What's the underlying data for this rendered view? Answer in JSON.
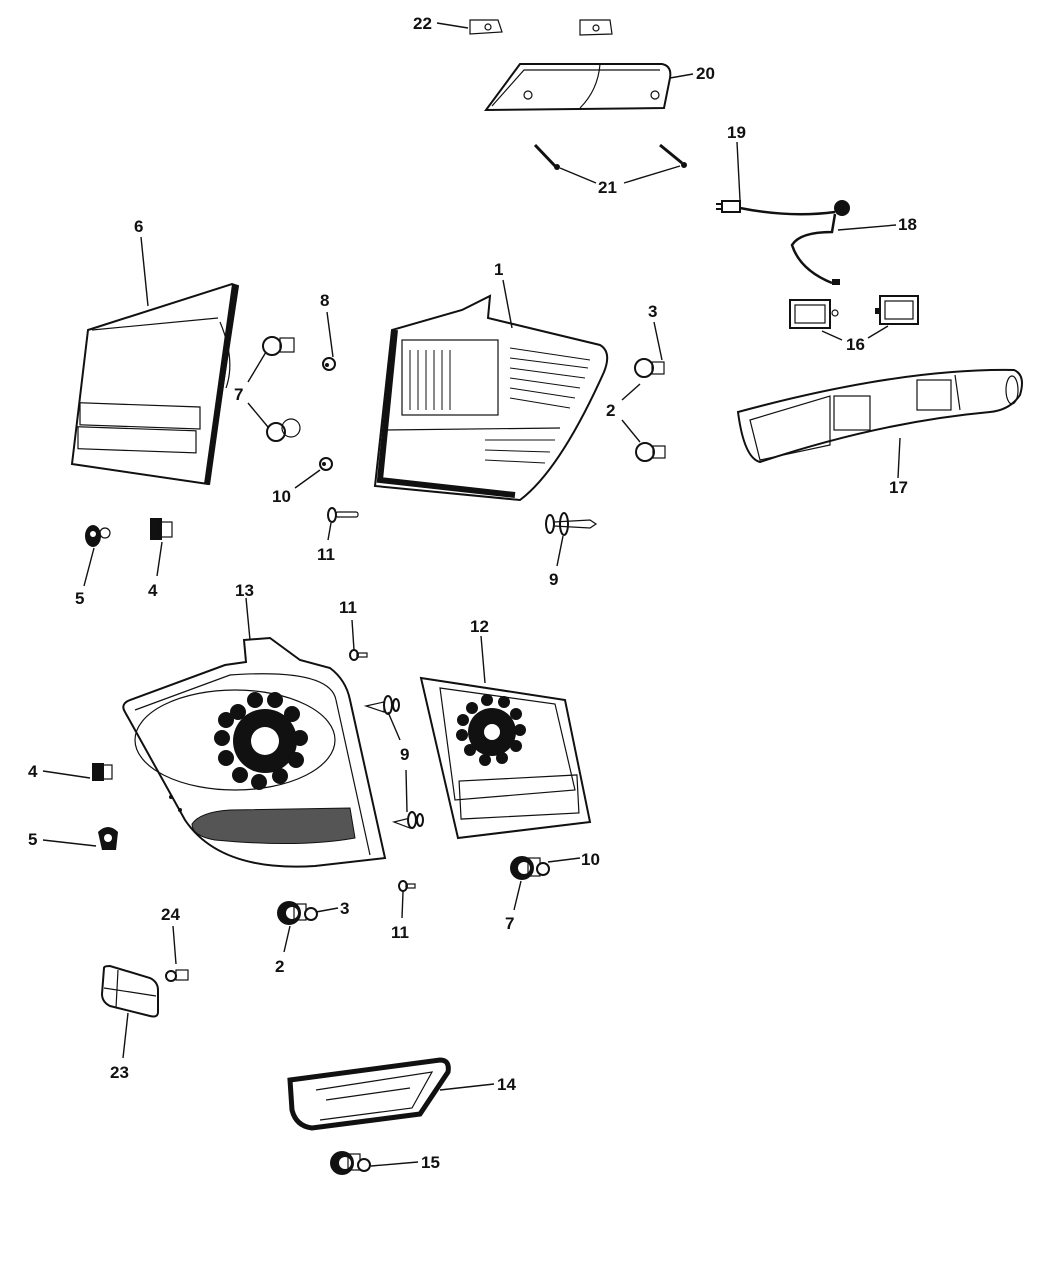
{
  "diagram": {
    "title_visible": false,
    "callouts": {
      "c1": "1",
      "c2a": "2",
      "c2b": "2",
      "c3a": "3",
      "c3b": "3",
      "c4a": "4",
      "c4b": "4",
      "c5a": "5",
      "c5b": "5",
      "c6": "6",
      "c7a": "7",
      "c7b": "7",
      "c8": "8",
      "c9a": "9",
      "c9b": "9",
      "c10a": "10",
      "c10b": "10",
      "c11a": "11",
      "c11b": "11",
      "c11c": "11",
      "c12": "12",
      "c13": "13",
      "c14": "14",
      "c15": "15",
      "c16": "16",
      "c17": "17",
      "c18": "18",
      "c19": "19",
      "c20": "20",
      "c21": "21",
      "c22": "22",
      "c23": "23",
      "c24": "24"
    },
    "colors": {
      "ink": "#111111",
      "paper": "#ffffff"
    }
  }
}
